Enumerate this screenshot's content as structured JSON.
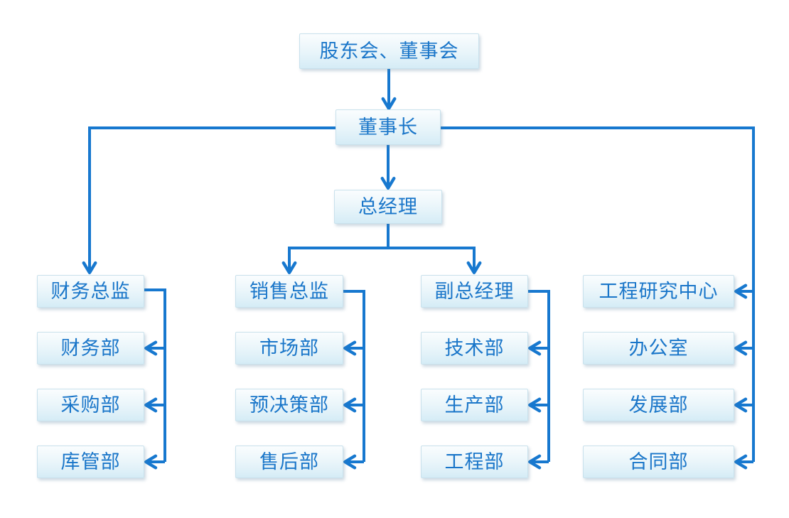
{
  "diagram": {
    "type": "organization-chart",
    "levels": {
      "board": "股东会、董事会",
      "chairman": "董事长",
      "general_manager": "总经理"
    },
    "columns": [
      {
        "head": "财务总监",
        "children": [
          "财务部",
          "采购部",
          "库管部"
        ]
      },
      {
        "head": "销售总监",
        "children": [
          "市场部",
          "预决策部",
          "售后部"
        ]
      },
      {
        "head": "副总经理",
        "children": [
          "技术部",
          "生产部",
          "工程部"
        ]
      },
      {
        "head": "工程研究中心",
        "children": [
          "办公室",
          "发展部",
          "合同部"
        ]
      }
    ],
    "edges": [
      {
        "from": "股东会、董事会",
        "to": "董事长"
      },
      {
        "from": "董事长",
        "to": "财务总监"
      },
      {
        "from": "董事长",
        "to": "总经理"
      },
      {
        "from": "董事长",
        "to": "工程研究中心"
      },
      {
        "from": "董事长",
        "to": "办公室"
      },
      {
        "from": "董事长",
        "to": "发展部"
      },
      {
        "from": "董事长",
        "to": "合同部"
      },
      {
        "from": "总经理",
        "to": "销售总监"
      },
      {
        "from": "总经理",
        "to": "副总经理"
      },
      {
        "from": "财务总监",
        "to": "财务部"
      },
      {
        "from": "财务总监",
        "to": "采购部"
      },
      {
        "from": "财务总监",
        "to": "库管部"
      },
      {
        "from": "销售总监",
        "to": "市场部"
      },
      {
        "from": "销售总监",
        "to": "预决策部"
      },
      {
        "from": "销售总监",
        "to": "售后部"
      },
      {
        "from": "副总经理",
        "to": "技术部"
      },
      {
        "from": "副总经理",
        "to": "生产部"
      },
      {
        "from": "副总经理",
        "to": "工程部"
      }
    ],
    "colors": {
      "connector_line": "#1778cf",
      "node_text": "#1a76c9",
      "node_fill_top": "#fafdfe",
      "node_fill_bottom": "#d5ecf6",
      "background": "#ffffff"
    }
  }
}
